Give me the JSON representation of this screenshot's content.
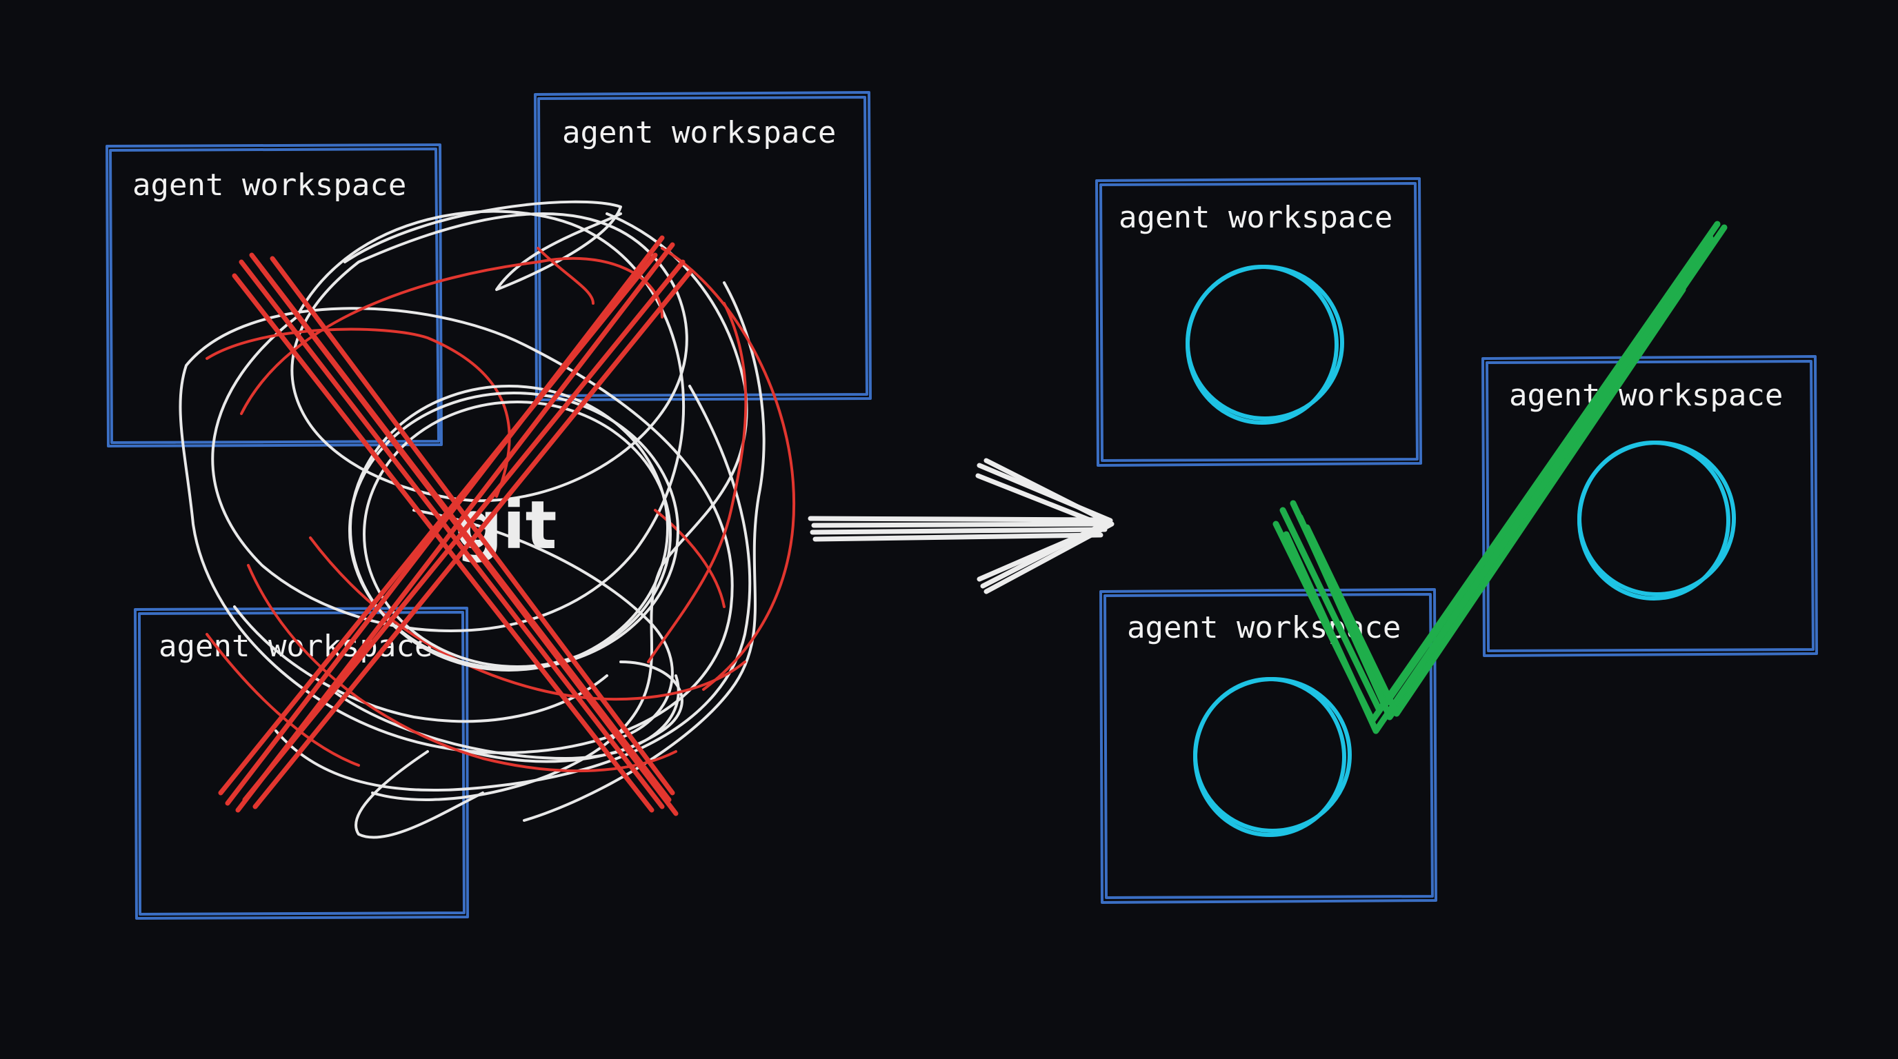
{
  "colors": {
    "background": "#0b0c10",
    "box_stroke": "#3b6fc4",
    "label_text": "#f2f2f2",
    "tangle": "#e9e9e9",
    "cross": "#e2362f",
    "check": "#1fae4b",
    "ring": "#1ec3e4",
    "arrow": "#ececec"
  },
  "left": {
    "workspaces": [
      {
        "label": "agent workspace"
      },
      {
        "label": "agent workspace"
      },
      {
        "label": "agent workspace"
      }
    ],
    "hub": {
      "label": "git",
      "icon": "tangled-scribble-icon"
    },
    "rejection": {
      "icon": "red-x-icon"
    }
  },
  "transition": {
    "icon": "right-arrow-icon"
  },
  "right": {
    "workspaces": [
      {
        "label": "agent workspace",
        "icon": "circle-icon"
      },
      {
        "label": "agent workspace",
        "icon": "circle-icon"
      },
      {
        "label": "agent workspace",
        "icon": "circle-icon"
      }
    ],
    "approval": {
      "icon": "green-check-icon"
    }
  }
}
